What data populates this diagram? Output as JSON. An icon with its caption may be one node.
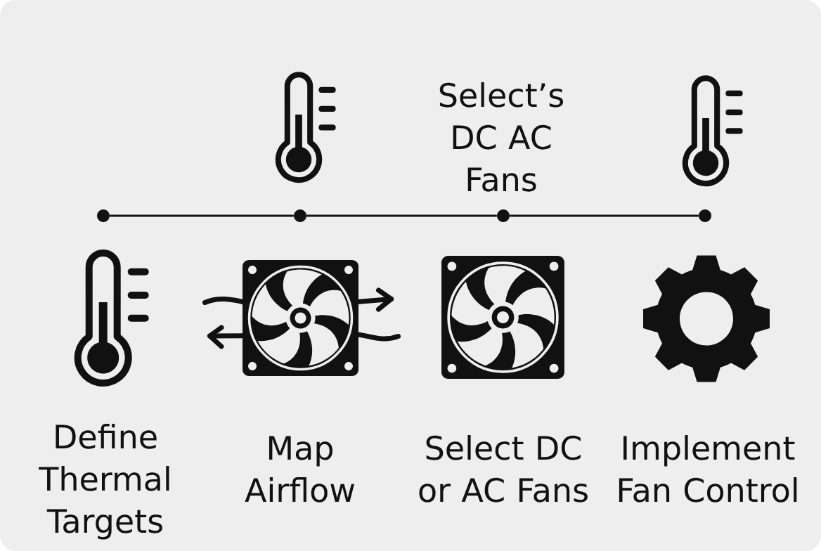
{
  "diagram": {
    "nodes": [
      {
        "text": [],
        "shape": "circle"
      },
      {
        "text": [],
        "shape": "circle"
      },
      {
        "text": [],
        "shape": "circle"
      },
      {
        "text": [],
        "shape": "circle"
      }
    ],
    "edges": [
      {
        "from": 0,
        "to": 1,
        "arrow": "none"
      },
      {
        "from": 1,
        "to": 2,
        "arrow": "none"
      },
      {
        "from": 2,
        "to": 3,
        "arrow": "none"
      }
    ],
    "labels": [
      "Select’s DC AC Fans",
      "Define Thermal Targets",
      "Map Airflow",
      "Select DC or AC Fans",
      "Implement Fan Control"
    ]
  }
}
